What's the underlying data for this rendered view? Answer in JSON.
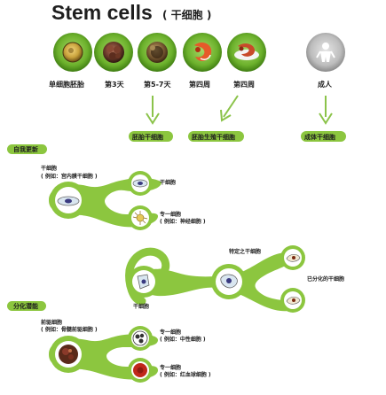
{
  "title": {
    "english": "Stem   cells",
    "chinese": "( 干细胞 )"
  },
  "colors": {
    "green": "#8cc63f",
    "green_dark": "#5a9d19",
    "green_light": "#c4e39a",
    "arrow": "#8bc34a"
  },
  "timeline": {
    "stages": [
      {
        "label": "单细胞胚胎",
        "icon": "single-cell-embryo-icon"
      },
      {
        "label": "第3天",
        "icon": "day3-embryo-icon"
      },
      {
        "label": "第5-7天",
        "icon": "blastocyst-icon"
      },
      {
        "label": "第四周",
        "icon": "fetus-week4-icon"
      },
      {
        "label": "第四周",
        "icon": "fetus-week4b-icon"
      },
      {
        "label": "成人",
        "icon": "adult-icon"
      }
    ],
    "pills": [
      {
        "label": "胚胎干细胞"
      },
      {
        "label": "胚胎生殖干细胞"
      },
      {
        "label": "成体干细胞"
      }
    ]
  },
  "self_renewal": {
    "pill": "自我更新",
    "stem_label_1": "干细胞",
    "stem_label_2": "( 例如：宫内膜干细胞 )",
    "daughter_stem": "干细胞",
    "specialized_1": "专一细胞",
    "specialized_2": "( 例如：神经细胞 )"
  },
  "middle": {
    "specific_stem": "特定之干细胞",
    "stem_cell": "干细胞",
    "differentiated": "已分化的干细胞"
  },
  "differentiation": {
    "pill": "分化潜能",
    "precursor_1": "前驱细胞",
    "precursor_2": "( 例如：骨髓前驱细胞 )",
    "specialized_a1": "专一细胞",
    "specialized_a2": "( 例如：中性细胞 )",
    "specialized_b1": "专一细胞",
    "specialized_b2": "( 例如：红血球细胞 )"
  }
}
